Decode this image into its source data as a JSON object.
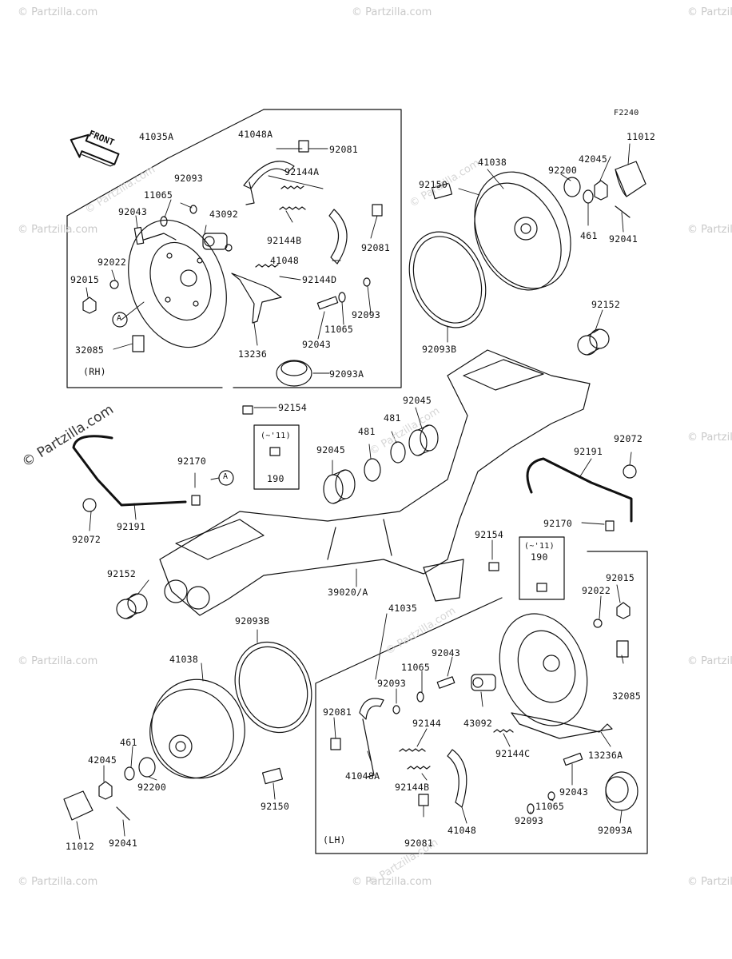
{
  "diagram_code": "F2240",
  "front_label": "FRONT",
  "section_labels": {
    "rh": "(RH)",
    "lh": "(LH)",
    "rh_ref": "A",
    "lh_ref": "A"
  },
  "option_box_left": {
    "note": "(~'11)",
    "part": "190"
  },
  "option_box_right": {
    "note": "(~'11)",
    "part": "190"
  },
  "watermark": "© Partzilla.com",
  "parts": [
    {
      "id": "p01",
      "num": "41035A"
    },
    {
      "id": "p02",
      "num": "41048A"
    },
    {
      "id": "p03",
      "num": "92081"
    },
    {
      "id": "p04",
      "num": "92093"
    },
    {
      "id": "p05",
      "num": "92144A"
    },
    {
      "id": "p06",
      "num": "11065"
    },
    {
      "id": "p07",
      "num": "92043"
    },
    {
      "id": "p08",
      "num": "43092"
    },
    {
      "id": "p09",
      "num": "92144B"
    },
    {
      "id": "p10",
      "num": "92081"
    },
    {
      "id": "p11",
      "num": "92022"
    },
    {
      "id": "p12",
      "num": "41048"
    },
    {
      "id": "p13",
      "num": "92015"
    },
    {
      "id": "p14",
      "num": "92144D"
    },
    {
      "id": "p15",
      "num": "92093"
    },
    {
      "id": "p16",
      "num": "11065"
    },
    {
      "id": "p17",
      "num": "32085"
    },
    {
      "id": "p18",
      "num": "92043"
    },
    {
      "id": "p19",
      "num": "13236"
    },
    {
      "id": "p20",
      "num": "92093A"
    },
    {
      "id": "p21",
      "num": "92154"
    },
    {
      "id": "p22",
      "num": "41038"
    },
    {
      "id": "p23",
      "num": "92150"
    },
    {
      "id": "p24",
      "num": "92200"
    },
    {
      "id": "p25",
      "num": "42045"
    },
    {
      "id": "p26",
      "num": "11012"
    },
    {
      "id": "p27",
      "num": "461"
    },
    {
      "id": "p28",
      "num": "92041"
    },
    {
      "id": "p29",
      "num": "92093B"
    },
    {
      "id": "p30",
      "num": "92152"
    },
    {
      "id": "p31",
      "num": "92045"
    },
    {
      "id": "p32",
      "num": "481"
    },
    {
      "id": "p33",
      "num": "481"
    },
    {
      "id": "p34",
      "num": "92045"
    },
    {
      "id": "p35",
      "num": "92072"
    },
    {
      "id": "p36",
      "num": "92191"
    },
    {
      "id": "p37",
      "num": "92170"
    },
    {
      "id": "p38",
      "num": "92191"
    },
    {
      "id": "p39",
      "num": "92072"
    },
    {
      "id": "p40",
      "num": "92170"
    },
    {
      "id": "p41",
      "num": "92154"
    },
    {
      "id": "p42",
      "num": "92152"
    },
    {
      "id": "p43",
      "num": "39020/A"
    },
    {
      "id": "p44",
      "num": "92093B"
    },
    {
      "id": "p45",
      "num": "41035"
    },
    {
      "id": "p46",
      "num": "92015"
    },
    {
      "id": "p47",
      "num": "92022"
    },
    {
      "id": "p48",
      "num": "41038"
    },
    {
      "id": "p49",
      "num": "92043"
    },
    {
      "id": "p50",
      "num": "11065"
    },
    {
      "id": "p51",
      "num": "92093"
    },
    {
      "id": "p52",
      "num": "32085"
    },
    {
      "id": "p53",
      "num": "92081"
    },
    {
      "id": "p54",
      "num": "43092"
    },
    {
      "id": "p55",
      "num": "92144"
    },
    {
      "id": "p56",
      "num": "92144C"
    },
    {
      "id": "p57",
      "num": "13236A"
    },
    {
      "id": "p58",
      "num": "461"
    },
    {
      "id": "p59",
      "num": "42045"
    },
    {
      "id": "p60",
      "num": "92200"
    },
    {
      "id": "p61",
      "num": "92150"
    },
    {
      "id": "p62",
      "num": "41048A"
    },
    {
      "id": "p63",
      "num": "92144B"
    },
    {
      "id": "p64",
      "num": "92043"
    },
    {
      "id": "p65",
      "num": "11065"
    },
    {
      "id": "p66",
      "num": "92093"
    },
    {
      "id": "p67",
      "num": "92093A"
    },
    {
      "id": "p68",
      "num": "11012"
    },
    {
      "id": "p69",
      "num": "92041"
    },
    {
      "id": "p70",
      "num": "92081"
    },
    {
      "id": "p71",
      "num": "41048"
    }
  ]
}
